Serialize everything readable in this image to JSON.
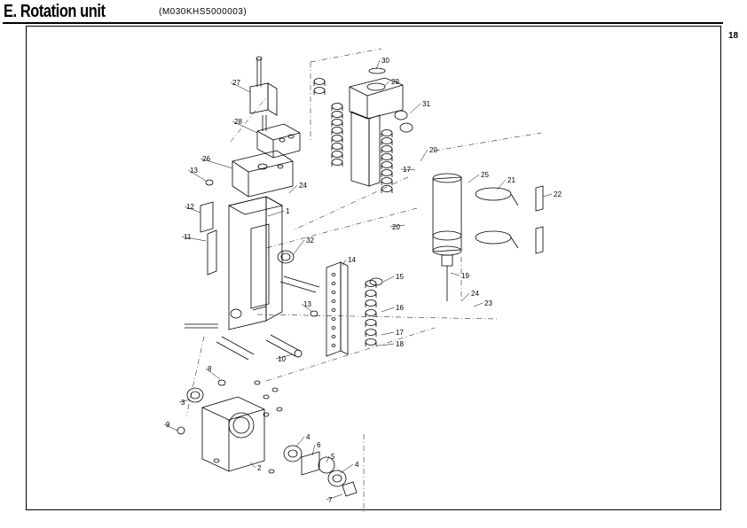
{
  "header": {
    "title": "E. Rotation unit",
    "part_code": "(M030KHS5000003)",
    "page_number": "18"
  },
  "callouts": [
    "1",
    "2",
    "3",
    "4",
    "4",
    "5",
    "6",
    "7",
    "8",
    "9",
    "10",
    "11",
    "12",
    "13",
    "13",
    "14",
    "15",
    "16",
    "17",
    "17",
    "18",
    "19",
    "20",
    "20",
    "21",
    "22",
    "23",
    "24",
    "24",
    "25",
    "26",
    "27",
    "28",
    "29",
    "30",
    "31",
    "32"
  ]
}
